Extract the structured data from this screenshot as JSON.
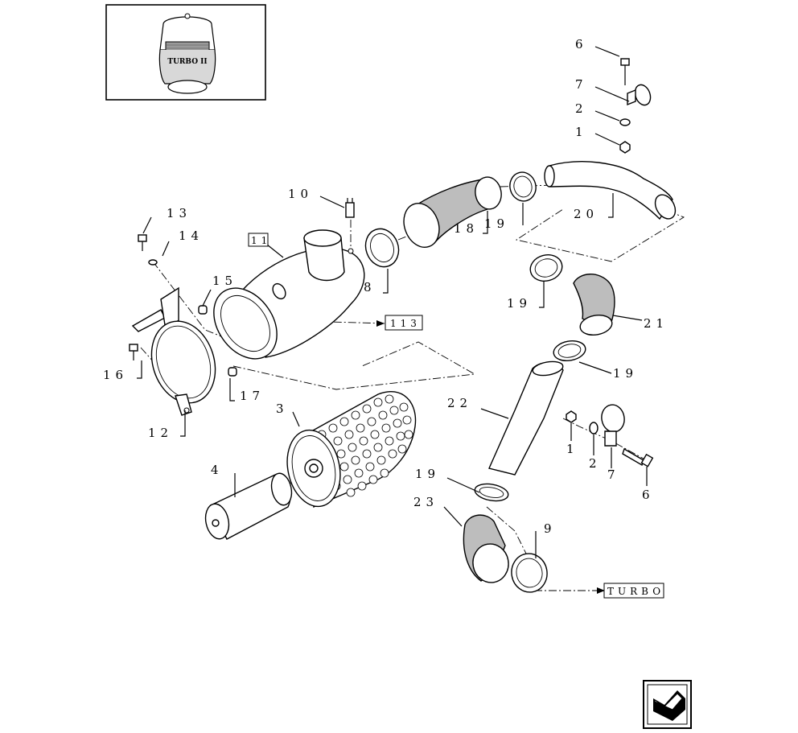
{
  "inset": {
    "brand_text": "TURBO II"
  },
  "callouts": {
    "c1_top": "1",
    "c2_top": "2",
    "c6_top": "6",
    "c7_top": "7",
    "c10": "10",
    "c13": "13",
    "c14": "14",
    "c15": "15",
    "c11": "11",
    "c8": "8",
    "c18": "18",
    "c19_a": "19",
    "c20": "20",
    "c19_b": "19",
    "c21": "21",
    "c19_c": "19",
    "c16": "16",
    "c17": "17",
    "c12": "12",
    "c22": "22",
    "c3": "3",
    "c4": "4",
    "c1_bot": "1",
    "c2_bot": "2",
    "c7_bot": "7",
    "c6_bot": "6",
    "c19_d": "19",
    "c23": "23",
    "c9": "9"
  },
  "references": {
    "ref_113": "113",
    "ref_turbo": "TURBO"
  },
  "nav": {
    "next_icon": "arrow-next-icon"
  }
}
